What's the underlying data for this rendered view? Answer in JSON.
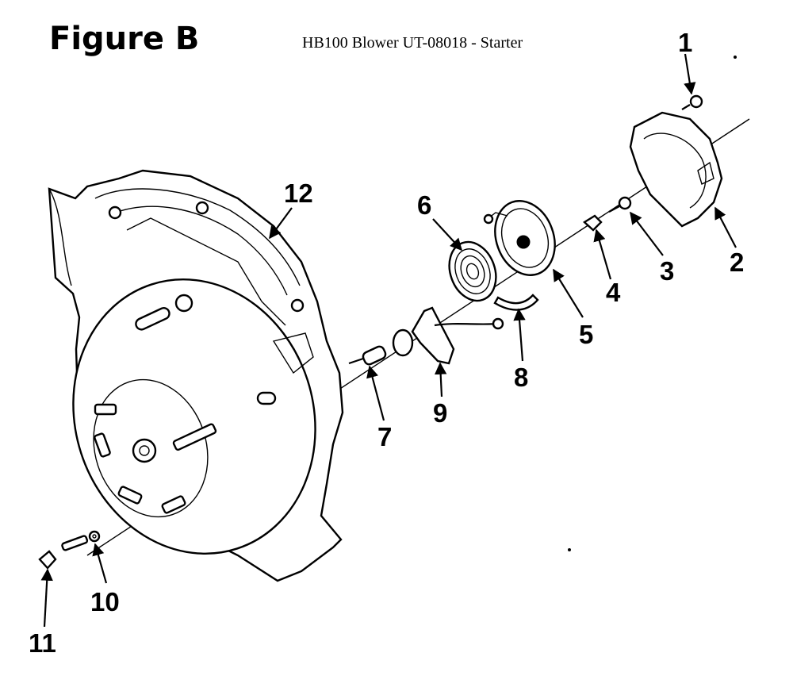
{
  "figure_label": "Figure B",
  "title": "HB100 Blower UT-08018 - Starter",
  "callouts": [
    {
      "id": "1",
      "text": "1"
    },
    {
      "id": "2",
      "text": "2"
    },
    {
      "id": "3",
      "text": "3"
    },
    {
      "id": "4",
      "text": "4"
    },
    {
      "id": "5",
      "text": "5"
    },
    {
      "id": "6",
      "text": "6"
    },
    {
      "id": "7",
      "text": "7"
    },
    {
      "id": "8",
      "text": "8"
    },
    {
      "id": "9",
      "text": "9"
    },
    {
      "id": "10",
      "text": "10"
    },
    {
      "id": "11",
      "text": "11"
    },
    {
      "id": "12",
      "text": "12"
    }
  ]
}
